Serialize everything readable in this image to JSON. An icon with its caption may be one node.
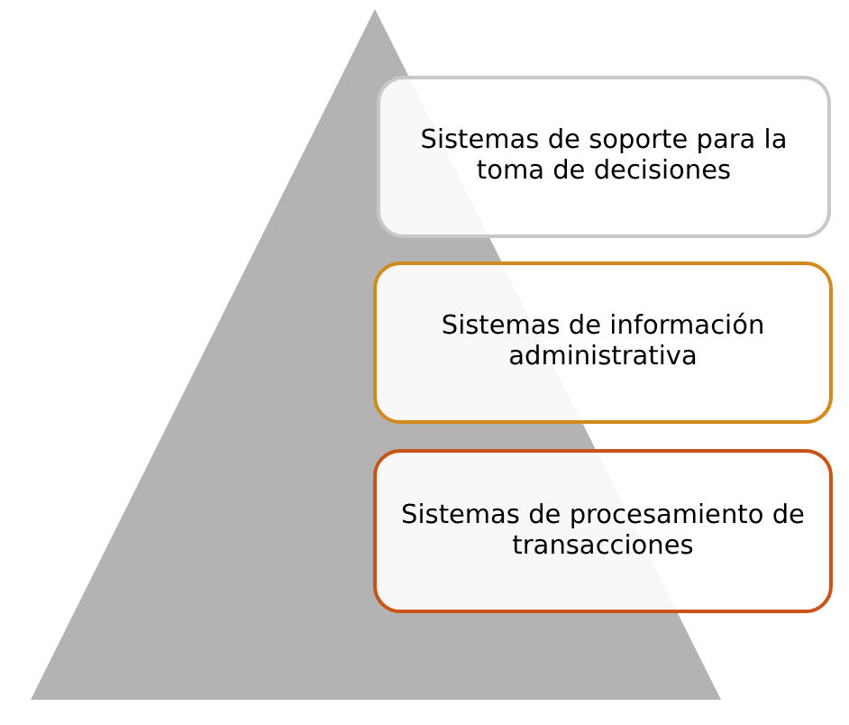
{
  "diagram": {
    "nodes": [
      {
        "text": [
          "Sistemas de soporte para la toma de decisiones"
        ]
      },
      {
        "text": [
          "Sistemas de información administrativa"
        ]
      },
      {
        "text": [
          "Sistemas de procesamiento de transacciones"
        ]
      }
    ]
  }
}
